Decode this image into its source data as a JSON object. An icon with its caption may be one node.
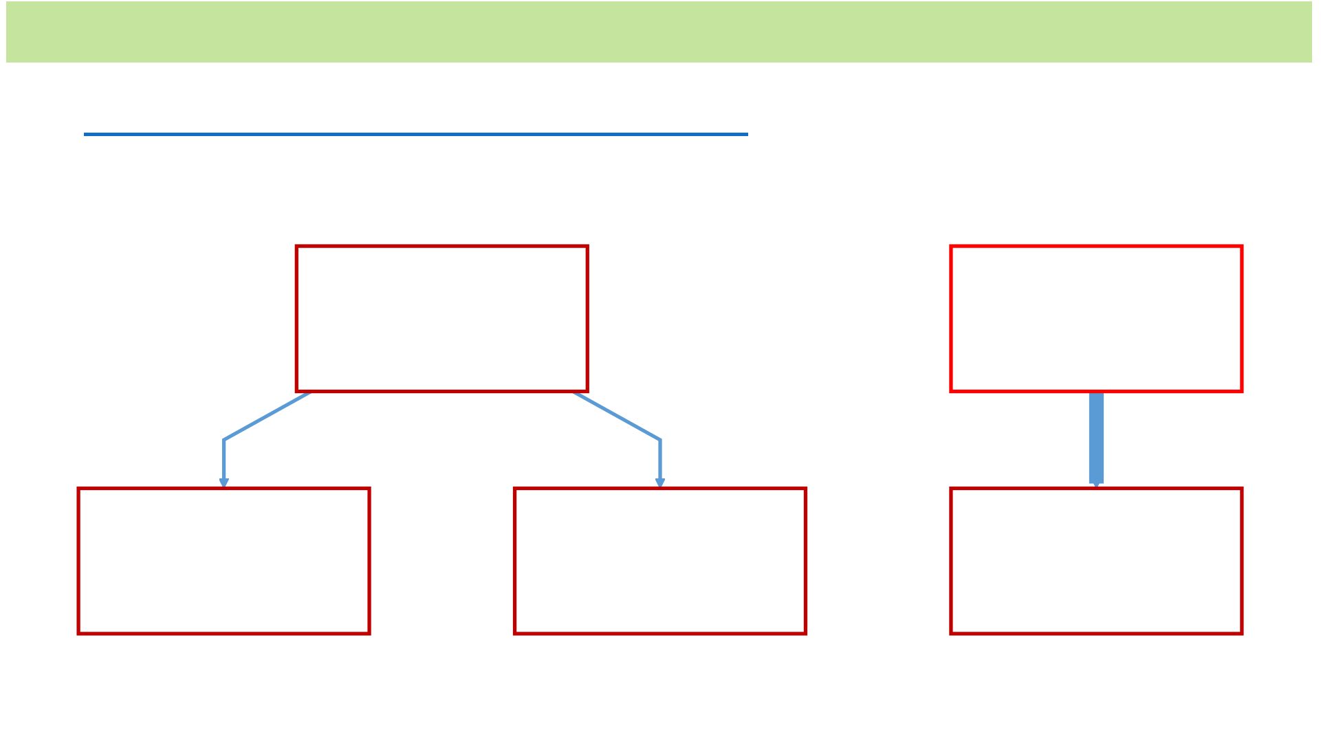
{
  "diagram": {
    "nodes": [
      {
        "text": [],
        "shape": "box"
      },
      {
        "text": [],
        "shape": "box"
      },
      {
        "text": [],
        "shape": "box"
      },
      {
        "text": [],
        "shape": "box"
      },
      {
        "text": [],
        "shape": "box"
      }
    ],
    "edges": [
      {
        "from": 0,
        "to": 1,
        "arrow": "to"
      },
      {
        "from": 0,
        "to": 2,
        "arrow": "to"
      },
      {
        "from": 3,
        "to": 4,
        "arrow": "to",
        "style": "thick"
      }
    ]
  }
}
